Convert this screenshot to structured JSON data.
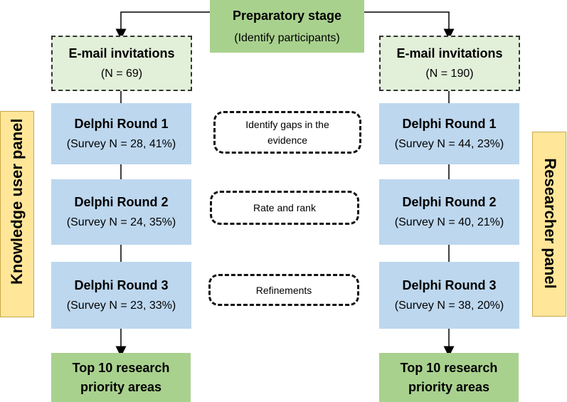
{
  "preparatory": {
    "title": "Preparatory stage",
    "subtitle": "(Identify participants)"
  },
  "left_panel": {
    "label": "Knowledge user panel",
    "invitations": {
      "title": "E-mail invitations",
      "count": "(N = 69)"
    },
    "rounds": [
      {
        "title": "Delphi Round 1",
        "survey": "(Survey N = 28, 41%)"
      },
      {
        "title": "Delphi Round 2",
        "survey": "(Survey N = 24, 35%)"
      },
      {
        "title": "Delphi Round 3",
        "survey": "(Survey N = 23, 33%)"
      }
    ],
    "output": {
      "line1": "Top 10 research",
      "line2": "priority areas"
    }
  },
  "right_panel": {
    "label": "Researcher panel",
    "invitations": {
      "title": "E-mail invitations",
      "count": "(N = 190)"
    },
    "rounds": [
      {
        "title": "Delphi Round 1",
        "survey": "(Survey N = 44, 23%)"
      },
      {
        "title": "Delphi Round 2",
        "survey": "(Survey N = 40, 21%)"
      },
      {
        "title": "Delphi Round 3",
        "survey": "(Survey N = 38, 20%)"
      }
    ],
    "output": {
      "line1": "Top 10 research",
      "line2": "priority areas"
    }
  },
  "round_activities": [
    {
      "line1": "Identify gaps in the",
      "line2": "evidence"
    },
    {
      "line1": "Rate and rank",
      "line2": ""
    },
    {
      "line1": "Refinements",
      "line2": ""
    }
  ],
  "colors": {
    "green": "#a9d18e",
    "blue": "#bdd7ee",
    "light_green": "#e2efd9",
    "yellow": "#ffe699"
  }
}
